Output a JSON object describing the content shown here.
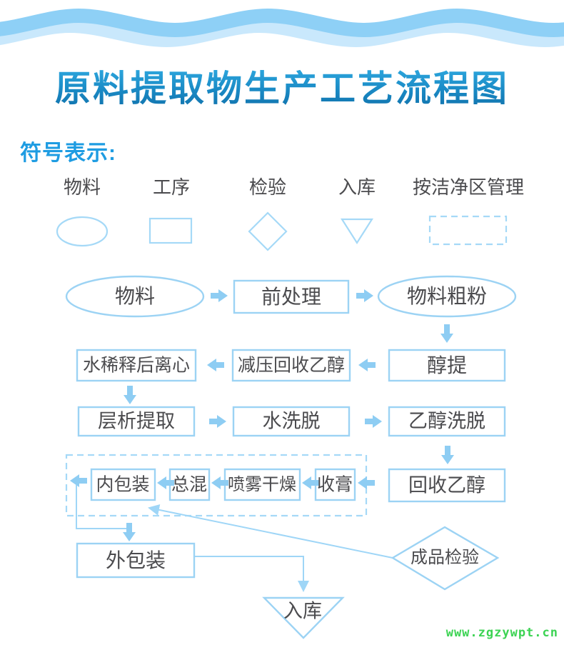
{
  "title": "原料提取物生产工艺流程图",
  "legend": {
    "heading": "符号表示:",
    "items": [
      {
        "label": "物料",
        "shape": "ellipse"
      },
      {
        "label": "工序",
        "shape": "rect"
      },
      {
        "label": "检验",
        "shape": "diamond"
      },
      {
        "label": "入库",
        "shape": "triangle-down"
      },
      {
        "label": "按洁净区管理",
        "shape": "dashed-rect"
      }
    ]
  },
  "flow": {
    "nodes": [
      {
        "id": "wuliao",
        "label": "物料",
        "shape": "ellipse"
      },
      {
        "id": "qianchuli",
        "label": "前处理",
        "shape": "rect"
      },
      {
        "id": "wuliaocufen",
        "label": "物料粗粉",
        "shape": "ellipse"
      },
      {
        "id": "chunti",
        "label": "醇提",
        "shape": "rect"
      },
      {
        "id": "jianya",
        "label": "减压回收乙醇",
        "shape": "rect"
      },
      {
        "id": "shuixishi",
        "label": "水稀释后离心",
        "shape": "rect"
      },
      {
        "id": "cengxi",
        "label": "层析提取",
        "shape": "rect"
      },
      {
        "id": "shuixituo",
        "label": "水洗脱",
        "shape": "rect"
      },
      {
        "id": "yichunxituo",
        "label": "乙醇洗脱",
        "shape": "rect"
      },
      {
        "id": "huishou",
        "label": "回收乙醇",
        "shape": "rect"
      },
      {
        "id": "shougao",
        "label": "收膏",
        "shape": "rect",
        "in_clean_area": true
      },
      {
        "id": "penwu",
        "label": "喷雾干燥",
        "shape": "rect",
        "in_clean_area": true
      },
      {
        "id": "zonghun",
        "label": "总混",
        "shape": "rect",
        "in_clean_area": true
      },
      {
        "id": "neibaozhuang",
        "label": "内包装",
        "shape": "rect",
        "in_clean_area": true
      },
      {
        "id": "waibaozhuang",
        "label": "外包装",
        "shape": "rect"
      },
      {
        "id": "chengpinjianyan",
        "label": "成品检验",
        "shape": "diamond"
      },
      {
        "id": "ruku",
        "label": "入库",
        "shape": "triangle-down"
      }
    ],
    "edges": [
      {
        "from": "物料",
        "to": "前处理"
      },
      {
        "from": "前处理",
        "to": "物料粗粉"
      },
      {
        "from": "物料粗粉",
        "to": "醇提"
      },
      {
        "from": "醇提",
        "to": "减压回收乙醇"
      },
      {
        "from": "减压回收乙醇",
        "to": "水稀释后离心"
      },
      {
        "from": "水稀释后离心",
        "to": "层析提取"
      },
      {
        "from": "层析提取",
        "to": "水洗脱"
      },
      {
        "from": "水洗脱",
        "to": "乙醇洗脱"
      },
      {
        "from": "乙醇洗脱",
        "to": "回收乙醇"
      },
      {
        "from": "回收乙醇",
        "to": "收膏"
      },
      {
        "from": "收膏",
        "to": "喷雾干燥"
      },
      {
        "from": "喷雾干燥",
        "to": "总混"
      },
      {
        "from": "总混",
        "to": "内包装"
      },
      {
        "from": "内包装",
        "to": "外包装"
      },
      {
        "from": "成品检验",
        "to": "内包装"
      },
      {
        "from": "外包装",
        "to": "入库"
      }
    ]
  },
  "watermark": "www.zgzywpt.cn",
  "colors": {
    "title_gradient_top": "#35b2e7",
    "title_gradient_bottom": "#0f6fa9",
    "legend_heading": "#1e9ce2",
    "shape_stroke": "#a5d9f7",
    "arrow_fill": "#8ecdf3",
    "node_text": "#4b4b4e",
    "wave_main": "#8ed0f6",
    "wave_light": "#c9e8fc",
    "watermark_green": "#3cd353"
  }
}
